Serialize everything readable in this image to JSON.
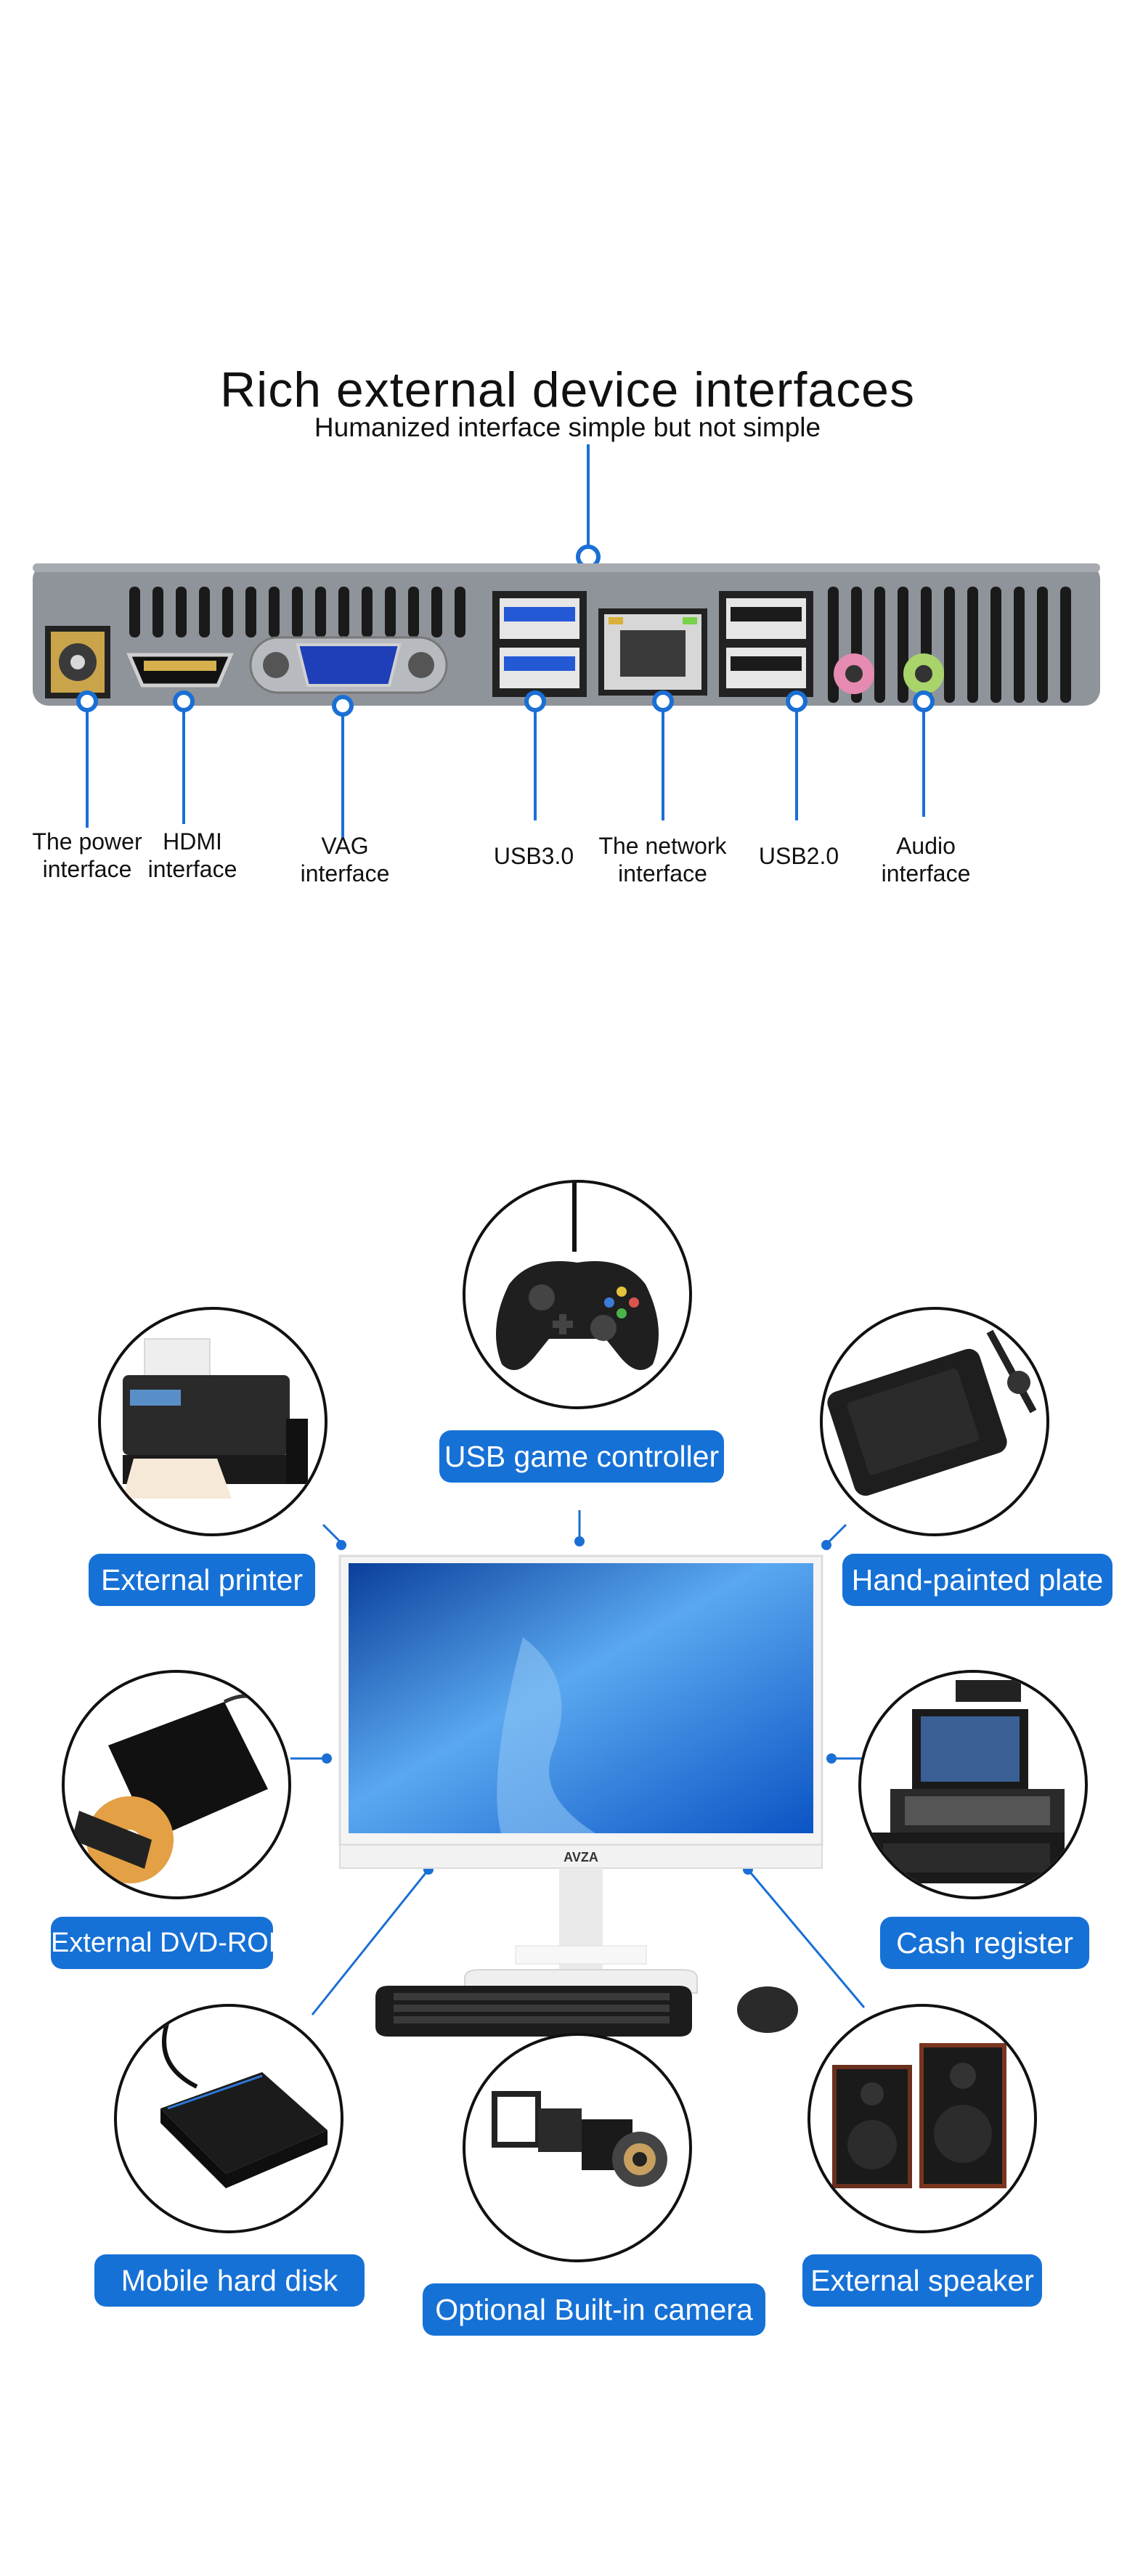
{
  "header": {
    "title": "Rich external device interfaces",
    "subtitle": "Humanized interface  simple but not simple"
  },
  "ports": [
    {
      "id": "power",
      "label_line1": "The power",
      "label_line2": "interface"
    },
    {
      "id": "hdmi",
      "label_line1": "HDMI",
      "label_line2": "interface"
    },
    {
      "id": "vga",
      "label_line1": "VAG",
      "label_line2": "interface"
    },
    {
      "id": "usb3",
      "label_line1": "USB3.0",
      "label_line2": ""
    },
    {
      "id": "network",
      "label_line1": "The network",
      "label_line2": "interface"
    },
    {
      "id": "usb2",
      "label_line1": "USB2.0",
      "label_line2": ""
    },
    {
      "id": "audio",
      "label_line1": "Audio",
      "label_line2": "interface"
    }
  ],
  "peripherals": {
    "game_controller": "USB game controller",
    "printer": "External printer",
    "plate": "Hand-painted plate",
    "dvd": "External DVD-ROM",
    "cash_register": "Cash register",
    "hard_disk": "Mobile hard disk",
    "camera": "Optional Built-in camera",
    "speaker": "External speaker"
  },
  "monitor": {
    "brand": "AVZA"
  },
  "colors": {
    "accent": "#1671d6",
    "panel": "#8f949b",
    "line": "#1a6fd4"
  }
}
